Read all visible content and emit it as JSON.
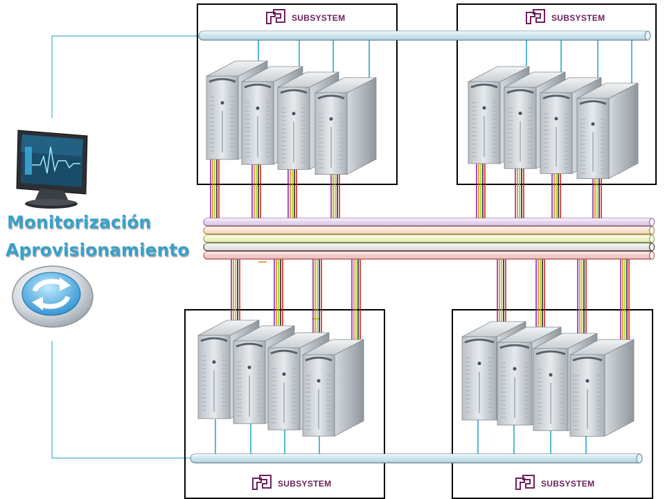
{
  "monitor": {
    "monitoring_label": "Monitorización",
    "provisioning_label": "Aprovisionamiento"
  },
  "subsystems": [
    {
      "label": "SUBSYSTEM"
    },
    {
      "label": "SUBSYSTEM"
    },
    {
      "label": "SUBSYSTEM"
    },
    {
      "label": "SUBSYSTEM"
    }
  ],
  "colors": {
    "mgmt_bus": "#c7e3ee",
    "mgmt_line": "#1aa0c0",
    "bus_purple": "#e6d2ee",
    "bus_orange": "#fbe3c9",
    "bus_green": "#eef5c2",
    "bus_black": "#e6e6e6",
    "bus_red": "#f6c9c9",
    "wire_colors": [
      "#7a1fa0",
      "#e07a10",
      "#9ac800",
      "#111111",
      "#d01010"
    ],
    "subsystem_accent": "#6b1f5c"
  }
}
